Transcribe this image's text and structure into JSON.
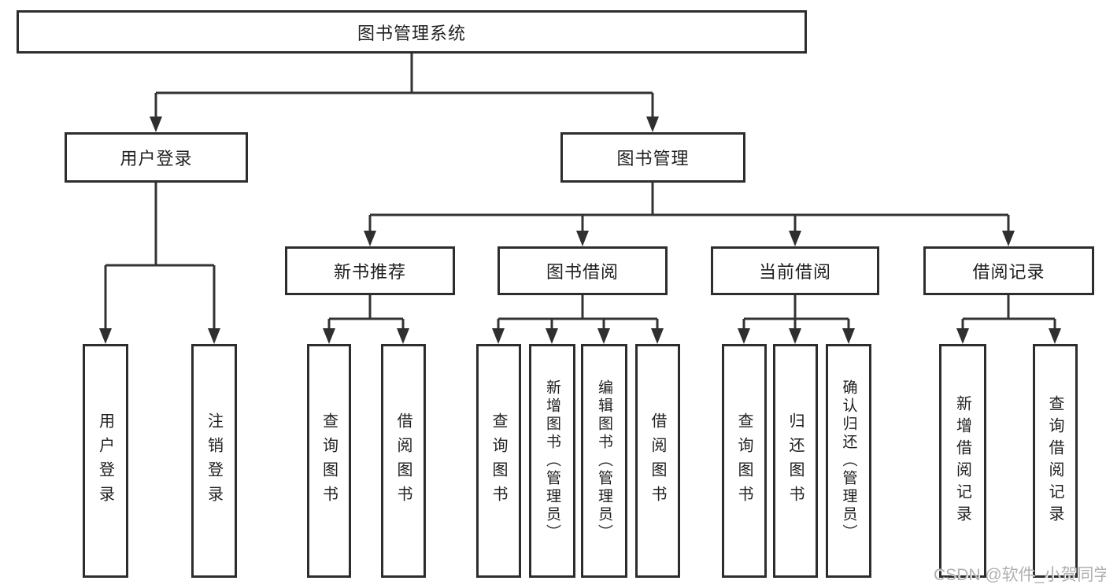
{
  "diagram": {
    "root": "图书管理系统",
    "level2": {
      "user_login": "用户登录",
      "book_management": "图书管理"
    },
    "level3": {
      "new_book_recommend": "新书推荐",
      "book_borrowing": "图书借阅",
      "current_borrowing": "当前借阅",
      "borrowing_records": "借阅记录"
    },
    "leaves": {
      "user_login": [
        "用户登录",
        "注销登录"
      ],
      "new_book_recommend": [
        "查询图书",
        "借阅图书"
      ],
      "book_borrowing": [
        "查询图书",
        "新增图书（管理员）",
        "编辑图书（管理员）",
        "借阅图书"
      ],
      "current_borrowing": [
        "查询图书",
        "归还图书",
        "确认归还（管理员）"
      ],
      "borrowing_records": [
        "新增借阅记录",
        "查询借阅记录"
      ]
    }
  },
  "watermark": "CSDN @软件_小贺同学",
  "colors": {
    "line": "#333333",
    "border": "#2d2d2d",
    "text": "#1f1f1f",
    "watermark": "#b0b0b0",
    "background": "#ffffff"
  }
}
